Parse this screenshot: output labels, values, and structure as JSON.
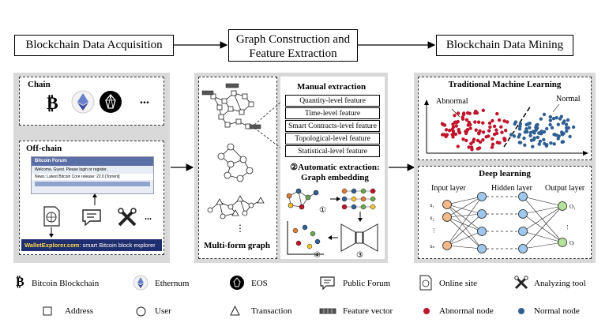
{
  "stages": {
    "acquisition": "Blockchain Data Acquisition",
    "construction_line1": "Graph Construction and",
    "construction_line2": "Feature Extraction",
    "mining": "Blockchain Data Mining"
  },
  "acquisition": {
    "chain_title": "Chain",
    "chain_more": "...",
    "offchain_title": "Off-chain",
    "forum_header": "Bitcoin Forum",
    "forum_welcome": "Welcome, Guest. Please login or register.",
    "forum_news": "News: Latest Bitcoin Core release: 22.0 [Torrent]",
    "offchain_more": "...",
    "wallet_brand": "WalletExplorer.com",
    "wallet_tail": ": smart Bitcoin block explorer"
  },
  "construction": {
    "multiform_label": "Multi-form graph",
    "vdots": "⋮",
    "manual_title": "Manual extraction",
    "features": [
      "Quantity-level feature",
      "Time-level feature",
      "Smart Contracts-level feature",
      "Topological-level feature",
      "Statistical-level feature"
    ],
    "auto_num": "②",
    "auto_title_line1": "Automatic extraction:",
    "auto_title_line2": "Graph embedding",
    "step1": "①",
    "step3": "③",
    "step4": "④"
  },
  "mining": {
    "tml_title": "Traditional Machine Learning",
    "abnormal_label": "Abnormal",
    "normal_label": "Normal",
    "dl_title": "Deep learning",
    "input_layer": "Input layer",
    "hidden_layer": "Hidden layer",
    "output_layer": "Output layer",
    "input_nodes": [
      "x₁",
      "x₂",
      "⋮",
      "xₙ"
    ],
    "output_nodes": [
      "O₁",
      "⋮",
      "Oᵢ"
    ]
  },
  "legend": {
    "row1": [
      {
        "icon": "bitcoin-icon",
        "label": "Bitcoin Blockchain"
      },
      {
        "icon": "ethereum-icon",
        "label": "Ethernum"
      },
      {
        "icon": "eos-icon",
        "label": "EOS"
      },
      {
        "icon": "forum-icon",
        "label": "Public Forum"
      },
      {
        "icon": "online-site-icon",
        "label": "Online site"
      },
      {
        "icon": "analyzing-tool-icon",
        "label": "Analyzing tool"
      }
    ],
    "row2": [
      {
        "icon": "square-icon",
        "label": "Address"
      },
      {
        "icon": "circle-icon",
        "label": "User"
      },
      {
        "icon": "triangle-icon",
        "label": "Transaction"
      },
      {
        "icon": "feature-vector-icon",
        "label": "Feature vector"
      },
      {
        "icon": "red-dot-icon",
        "label": "Abnormal node"
      },
      {
        "icon": "blue-dot-icon",
        "label": "Normal node"
      }
    ]
  },
  "colors": {
    "abnormal": "#c0142b",
    "normal": "#2f5f92",
    "panel": "#d9d9d9",
    "neuron": "#9fc8ef",
    "input_neuron": "#f2b98b",
    "output_neuron": "#b6e39b",
    "wallet_bar": "#1f2e6e"
  }
}
